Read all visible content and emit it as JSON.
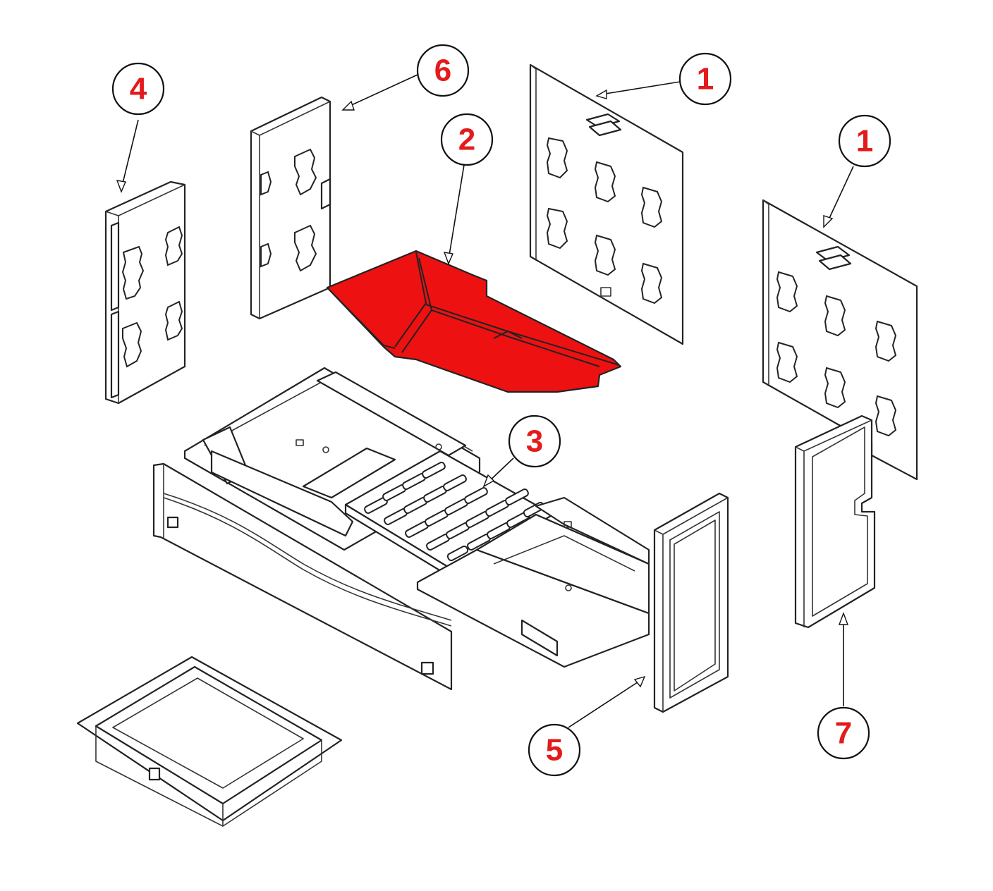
{
  "diagram": {
    "callouts": [
      {
        "id": "callout-4",
        "label": "4"
      },
      {
        "id": "callout-6",
        "label": "6"
      },
      {
        "id": "callout-2",
        "label": "2"
      },
      {
        "id": "callout-1a",
        "label": "1"
      },
      {
        "id": "callout-1b",
        "label": "1"
      },
      {
        "id": "callout-3",
        "label": "3"
      },
      {
        "id": "callout-5",
        "label": "5"
      },
      {
        "id": "callout-7",
        "label": "7"
      }
    ],
    "colors": {
      "highlight": "#ee1111",
      "callout_text": "#e31b1b",
      "line": "#222222"
    },
    "highlighted_part": "2"
  }
}
